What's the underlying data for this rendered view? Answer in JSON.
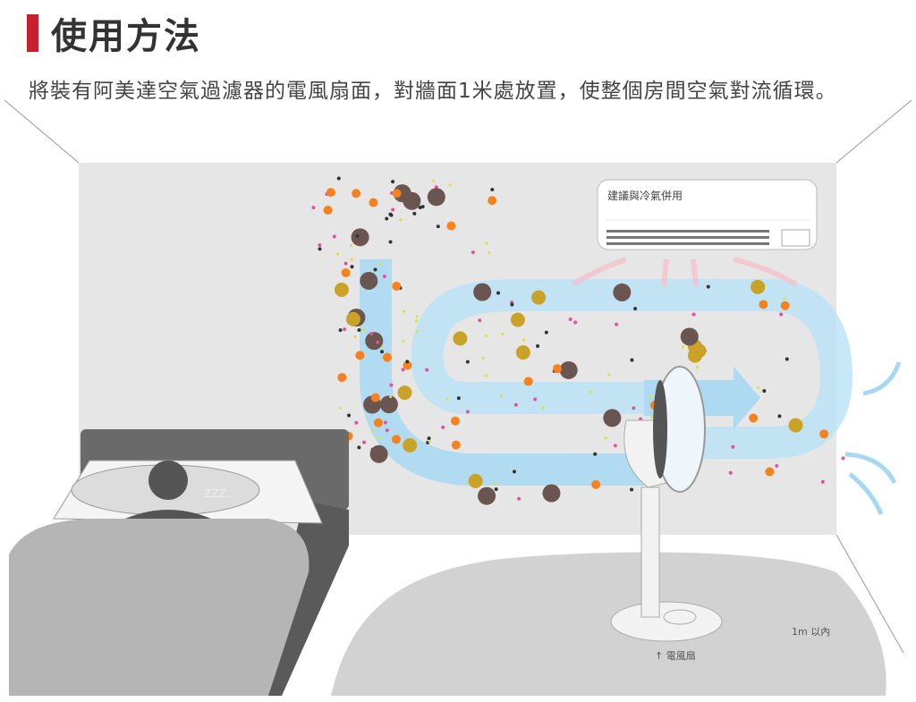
{
  "title": "使用方法",
  "subtitle": "將裝有阿美達空氣過濾器的電風扇面，對牆面1米處放置，使整個房間空氣對流循環。",
  "ac_label": "建議與冷氣併用",
  "sleep_text": "ZZZ...",
  "distance_label": "1m 以內",
  "fan_label": "↑ 電風扇",
  "colors": {
    "accent": "#c8202f",
    "wall": "#e6e6e6",
    "floor": "#d2d2d2",
    "airflow": "#a6d8f2",
    "orange": "#f5821f",
    "pollen": "#c9a227"
  }
}
